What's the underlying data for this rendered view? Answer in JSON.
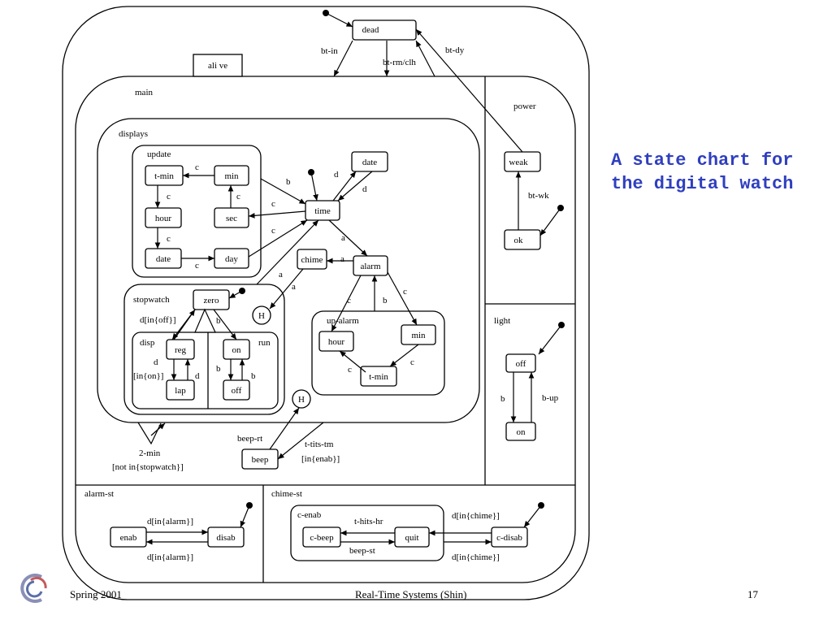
{
  "title": "A state chart for the digital watch",
  "footer": {
    "left": "Spring 2001",
    "center": "Real-Time Systems (Shin)",
    "page": "17"
  },
  "diagram": {
    "boxes": {
      "alive": "ali ve",
      "main": "main",
      "displays": "displays",
      "update": "update",
      "stopwatch": "stopwatch",
      "disp": "disp",
      "run": "run",
      "up_alarm": "up-alarm",
      "power": "power",
      "light": "light",
      "alarm_st": "alarm-st",
      "chime_st": "chime-st",
      "c_enab": "c-enab"
    },
    "states": {
      "dead": "dead",
      "t_min": "t-min",
      "min": "min",
      "hour": "hour",
      "sec": "sec",
      "date_u": "date",
      "day": "day",
      "time": "time",
      "date_d": "date",
      "chime": "chime",
      "alarm": "alarm",
      "zero": "zero",
      "history_sw": "H",
      "reg": "reg",
      "lap": "lap",
      "on_run": "on",
      "off_run": "off",
      "ua_hour": "hour",
      "ua_min": "min",
      "ua_tmin": "t-min",
      "history_main": "H",
      "beep": "beep",
      "weak": "weak",
      "ok": "ok",
      "light_off": "off",
      "light_on": "on",
      "enab": "enab",
      "disab": "disab",
      "c_beep": "c-beep",
      "quit": "quit",
      "c_disab": "c-disab"
    },
    "labels": {
      "bt_in": "bt-in",
      "bt_rm_clh": "bt-rm/clh",
      "bt_dy": "bt-dy",
      "c_tmin_min": "c",
      "c_tmin_hour": "c",
      "c_sec_min": "c",
      "c_hour_date": "c",
      "c_date_day": "c",
      "b_to_time": "b",
      "c_time_sec": "c",
      "c_day_time": "c",
      "d_time_date": "d",
      "d_date_time": "d",
      "a_time_alarm": "a",
      "a_alarm_chime": "a",
      "a_chime_stop": "a",
      "a_to_h": "a",
      "c_alarm_hour": "c",
      "b_alarm": "b",
      "c_alarm_min": "c",
      "c_min_tmin": "c",
      "c_tmin_hour_ua": "c",
      "d_off": "d[in{off}]",
      "b_zero_on": "b",
      "d_reg": "d",
      "in_on": "[in{on}]",
      "d_lap": "d",
      "b_on_off": "b",
      "b_off_on": "b",
      "two_min": "2-min",
      "not_in_stopwatch": "[not in{stopwatch}]",
      "beep_rt": "beep-rt",
      "t_tits_tm": "t-tits-tm",
      "in_enab": "[in{enab}]",
      "bt_wk": "bt-wk",
      "b_light": "b",
      "b_up": "b-up",
      "d_in_alarm_top": "d[in{alarm}]",
      "d_in_alarm_bottom": "d[in{alarm}]",
      "t_hits_hr": "t-hits-hr",
      "beep_st": "beep-st",
      "d_in_chime_top": "d[in{chime}]",
      "d_in_chime_bottom": "d[in{chime}]"
    }
  }
}
